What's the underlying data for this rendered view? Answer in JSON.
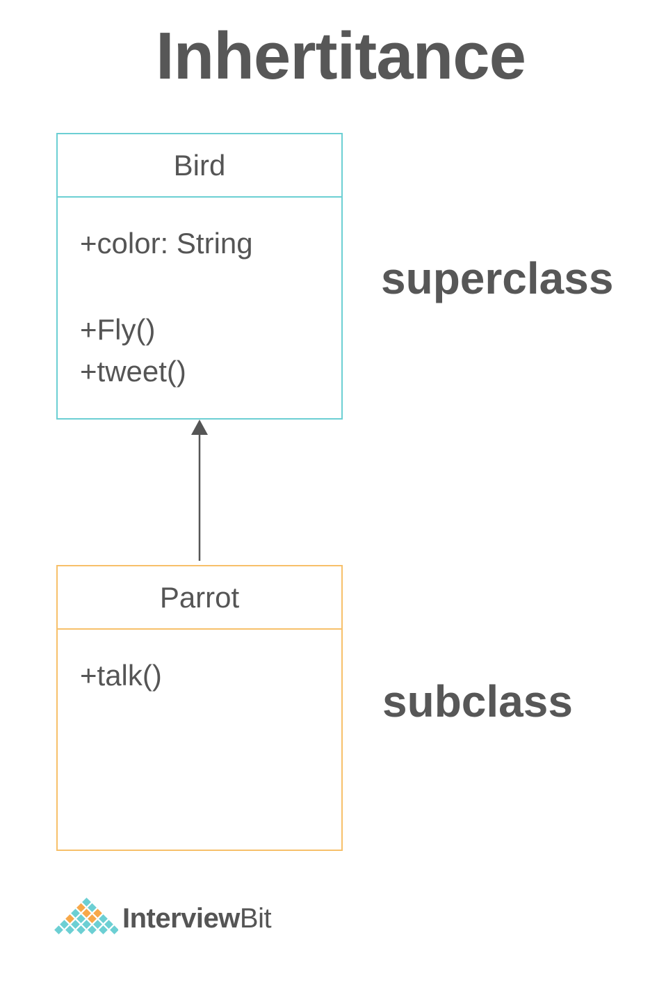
{
  "title": "Inhertitance",
  "superclass": {
    "name": "Bird",
    "attributes": [
      "+color: String"
    ],
    "methods": [
      "+Fly()",
      "+tweet()"
    ],
    "role_label": "superclass",
    "border_color": "#6ccfd3"
  },
  "subclass": {
    "name": "Parrot",
    "methods": [
      "+talk()"
    ],
    "role_label": "subclass",
    "border_color": "#f7c06a"
  },
  "relationship": {
    "type": "inheritance",
    "from": "Parrot",
    "to": "Bird",
    "arrow_color": "#555555"
  },
  "brand": {
    "name_bold": "Interview",
    "name_regular": "Bit",
    "logo_icon": "interviewbit-diamond-logo-icon",
    "logo_colors": [
      "#6ccfd3",
      "#f7a84a"
    ]
  }
}
